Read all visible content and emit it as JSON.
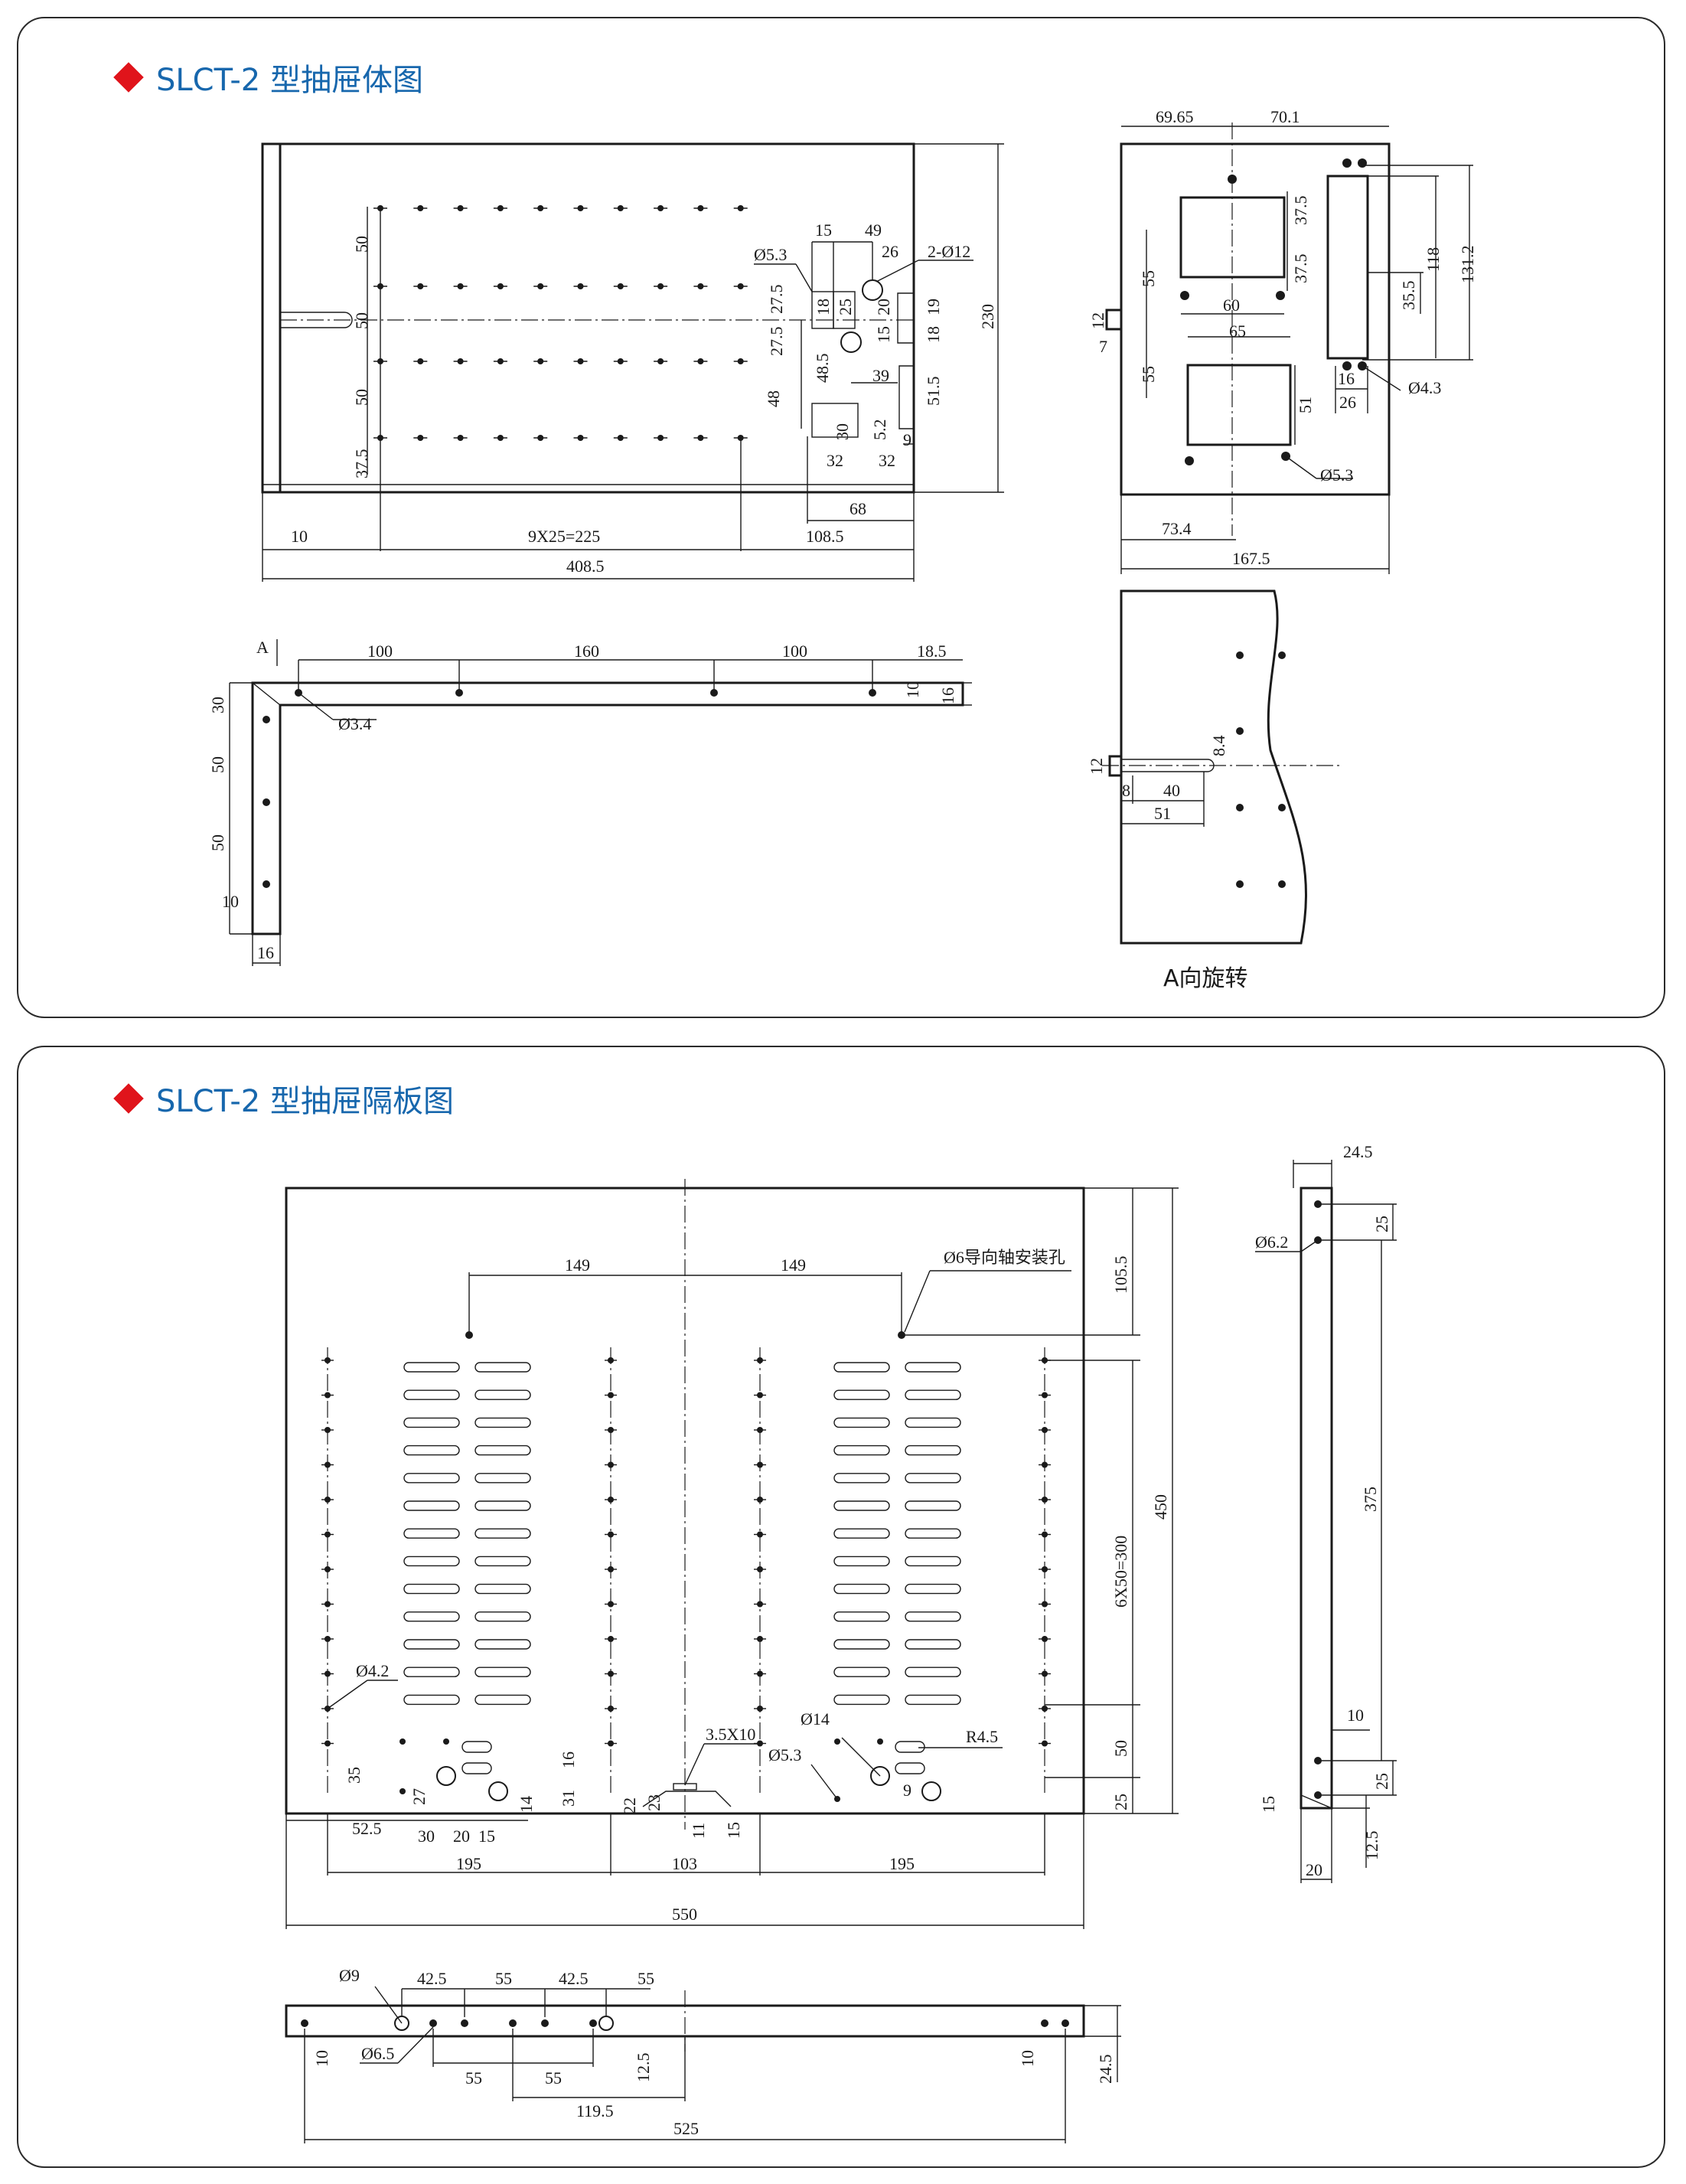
{
  "titles": {
    "drawer_body": "SLCT-2 型抽屉体图",
    "drawer_partition": "SLCT-2 型抽屉隔板图"
  },
  "view_a": {
    "d_10": "10",
    "d_holes": "9X25=225",
    "d_108": "108.5",
    "d_total": "408.5",
    "d_50a": "50",
    "d_50b": "50",
    "d_50c": "50",
    "d_375": "37.5",
    "d_230": "230",
    "d_15": "15",
    "d_49": "49",
    "d_26": "26",
    "d_2phi12": "2-Ø12",
    "d_phi53": "Ø5.3",
    "d_275a": "27.5",
    "d_275b": "27.5",
    "d_18a": "18",
    "d_25": "25",
    "d_15b": "15",
    "d_20": "20",
    "d_19": "19",
    "d_18b": "18",
    "d_485": "48.5",
    "d_39": "39",
    "d_515": "51.5",
    "d_48": "48",
    "d_30": "30",
    "d_52": "5.2",
    "d_9": "9",
    "d_32a": "32",
    "d_32b": "32",
    "d_68": "68"
  },
  "view_b": {
    "d_6965": "69.65",
    "d_701": "70.1",
    "d_375a": "37.5",
    "d_375b": "37.5",
    "d_55a": "55",
    "d_60": "60",
    "d_65": "65",
    "d_55b": "55",
    "d_51": "51",
    "d_12": "12",
    "d_7": "7",
    "d_118": "118",
    "d_1312": "131.2",
    "d_355": "35.5",
    "d_16": "16",
    "d_26": "26",
    "d_phi43": "Ø4.3",
    "d_phi53": "Ø5.3",
    "d_734": "73.4",
    "d_1675": "167.5"
  },
  "view_c": {
    "mark_a": "A",
    "d_100a": "100",
    "d_160": "160",
    "d_100b": "100",
    "d_185": "18.5",
    "d_10a": "10",
    "d_16a": "16",
    "d_phi34": "Ø3.4",
    "d_30": "30",
    "d_50a": "50",
    "d_50b": "50",
    "d_10b": "10",
    "d_16b": "16"
  },
  "view_d": {
    "d_84": "8.4",
    "d_12": "12",
    "d_8": "8",
    "d_40": "40",
    "d_51": "51",
    "caption": "A向旋转"
  },
  "view_e": {
    "d_149a": "149",
    "d_149b": "149",
    "guide_hole": "Ø6导向轴安装孔",
    "d_1055": "105.5",
    "d_450": "450",
    "d_6x50": "6X50=300",
    "d_50": "50",
    "d_25": "25",
    "d_phi42": "Ø4.2",
    "d_35": "35",
    "d_27": "27",
    "d_16": "16",
    "d_31": "31",
    "d_14": "14",
    "d_525": "52.5",
    "d_30": "30",
    "d_20": "20",
    "d_15": "15",
    "d_35x10": "3.5X10",
    "d_22": "22",
    "d_23": "23",
    "d_11": "11",
    "d_15b": "15",
    "d_phi53": "Ø5.3",
    "d_phi14": "Ø14",
    "d_r45": "R4.5",
    "d_9": "9",
    "d_195a": "195",
    "d_103": "103",
    "d_195b": "195",
    "d_550": "550"
  },
  "view_f": {
    "d_245": "24.5",
    "d_phi62": "Ø6.2",
    "d_25a": "25",
    "d_375": "375",
    "d_10": "10",
    "d_25b": "25",
    "d_15": "15",
    "d_20": "20",
    "d_125": "12.5"
  },
  "view_g": {
    "d_phi9": "Ø9",
    "d_425a": "42.5",
    "d_55a": "55",
    "d_425b": "42.5",
    "d_55b": "55",
    "d_10a": "10",
    "d_phi65": "Ø6.5",
    "d_55c": "55",
    "d_55d": "55",
    "d_125": "12.5",
    "d_1195": "119.5",
    "d_10b": "10",
    "d_245": "24.5",
    "d_525": "525"
  }
}
